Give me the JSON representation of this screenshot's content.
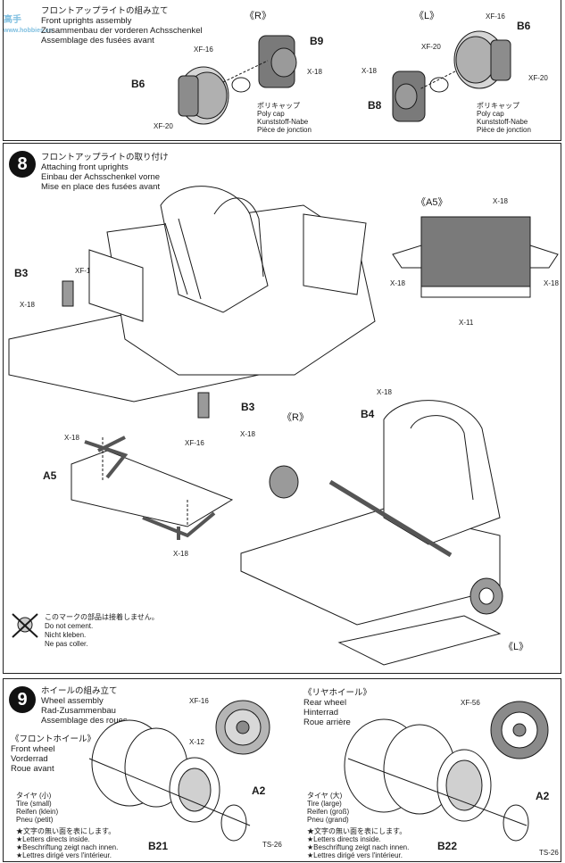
{
  "watermark": {
    "line1": "高手",
    "line2": "www.hobbies.cn"
  },
  "step7": {
    "title_lines": [
      "フロントアップライトの組み立て",
      "Front uprights assembly",
      "Zusammenbau der vorderen Achsschenkel",
      "Assemblage des fusées avant"
    ],
    "side_r": "《R》",
    "side_l": "《L》",
    "parts": {
      "b9": "B9",
      "b6_r": "B6",
      "b6_l": "B6",
      "b8": "B8"
    },
    "paints": {
      "xf16_r": "XF-16",
      "x18_r": "X-18",
      "xf20_r": "XF-20",
      "xf16_l": "XF-16",
      "xf20_l": "XF-20",
      "x18_l": "X-18",
      "xf20_l2": "XF-20"
    },
    "polycap_r": [
      "ポリキャップ",
      "Poly cap",
      "Kunststoff-Nabe",
      "Pièce de jonction"
    ],
    "polycap_l": [
      "ポリキャップ",
      "Poly cap",
      "Kunststoff-Nabe",
      "Pièce de jonction"
    ]
  },
  "step8": {
    "number": "8",
    "title_lines": [
      "フロントアップライトの取り付け",
      "Attaching front uprights",
      "Einbau der Achsschenkel vorne",
      "Mise en place des fusées avant"
    ],
    "inset_label": "《A5》",
    "parts": {
      "b3_top": "B3",
      "b3_bottom": "B3",
      "a5": "A5",
      "b4": "B4"
    },
    "paints": {
      "xf16_a": "XF-16",
      "x18_a": "X-18",
      "xf16_b": "XF-16",
      "x18_b": "X-18",
      "x18_c": "X-18",
      "x18_d": "X-18",
      "x18_inset_top": "X-18",
      "x18_inset_left": "X-18",
      "x18_inset_right": "X-18",
      "x11_inset": "X-11",
      "x18_b4": "X-18"
    },
    "side_r": "《R》",
    "side_l": "《L》",
    "no_glue": [
      "このマークの部品は接着しません。",
      "Do not cement.",
      "Nicht kleben.",
      "Ne pas coller."
    ]
  },
  "step9": {
    "number": "9",
    "title_lines": [
      "ホイールの組み立て",
      "Wheel assembly",
      "Rad-Zusammenbau",
      "Assemblage des roues"
    ],
    "front_heading": [
      "《フロントホイール》",
      "Front wheel",
      "Vorderrad",
      "Roue avant"
    ],
    "rear_heading": [
      "《リヤホイール》",
      "Rear wheel",
      "Hinterrad",
      "Roue arrière"
    ],
    "front_paints": {
      "xf16": "XF-16",
      "x12": "X-12",
      "ts26": "TS-26"
    },
    "rear_paints": {
      "xf56": "XF-56",
      "ts26": "TS-26"
    },
    "front_parts": {
      "a2": "A2",
      "b21": "B21"
    },
    "rear_parts": {
      "a2": "A2",
      "b22": "B22"
    },
    "tire_small": [
      "タイヤ (小)",
      "Tire (small)",
      "Reifen (klein)",
      "Pneu (petit)"
    ],
    "tire_large": [
      "タイヤ (大)",
      "Tire (large)",
      "Reifen (groß)",
      "Pneu (grand)"
    ],
    "notes_front": [
      "★文字の無い面を表にします。",
      "★Letters directs inside.",
      "★Beschriftung zeigt nach innen.",
      "★Lettres dirigé vers l'intérieur."
    ],
    "notes_rear": [
      "★文字の無い面を表にします。",
      "★Letters directs inside.",
      "★Beschriftung zeigt nach innen.",
      "★Lettres dirigé vers l'intérieur."
    ]
  },
  "colors": {
    "ink": "#1a1a1a",
    "plate_gray": "#7a7a7a",
    "watermark": "#7fbfe0"
  }
}
